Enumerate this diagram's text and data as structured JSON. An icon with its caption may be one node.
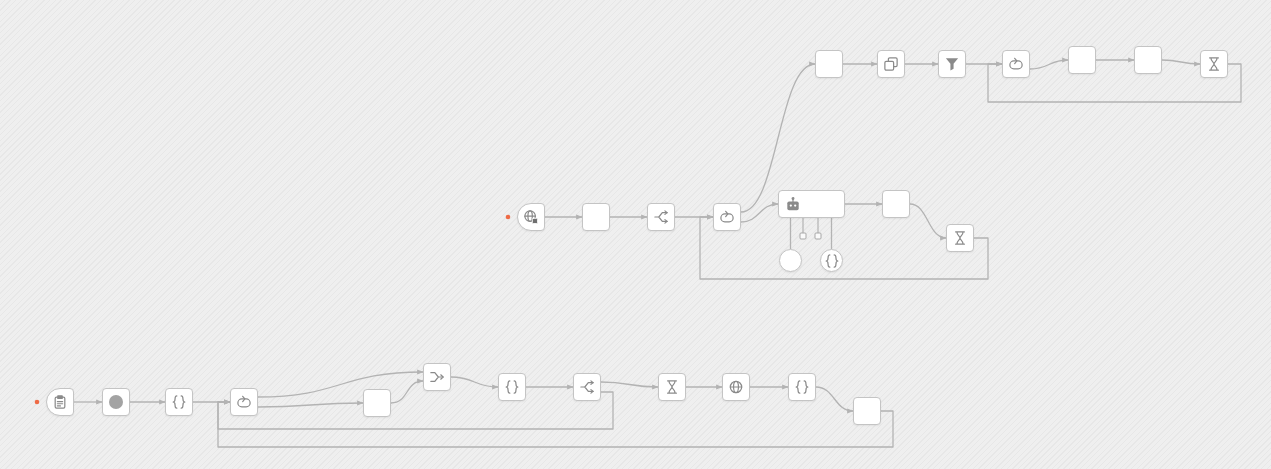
{
  "diagram": {
    "nodes": [
      {
        "text": [],
        "shape": "box"
      },
      {
        "text": [],
        "shape": "box"
      },
      {
        "text": [],
        "shape": "box"
      },
      {
        "text": [],
        "shape": "box"
      },
      {
        "text": [],
        "shape": "box"
      },
      {
        "text": [],
        "shape": "box"
      },
      {
        "text": [],
        "shape": "box"
      },
      {
        "text": [],
        "shape": "box"
      },
      {
        "text": [],
        "shape": "box"
      },
      {
        "text": [],
        "shape": "box"
      },
      {
        "text": [],
        "shape": "box"
      },
      {
        "text": [],
        "shape": "box"
      },
      {
        "text": [],
        "shape": "box"
      },
      {
        "text": [],
        "shape": "box"
      },
      {
        "text": [],
        "shape": "circle"
      },
      {
        "text": [],
        "shape": "circle"
      },
      {
        "text": [],
        "shape": "box"
      },
      {
        "text": [],
        "shape": "box"
      },
      {
        "text": [],
        "shape": "box"
      },
      {
        "text": [],
        "shape": "box"
      },
      {
        "text": [],
        "shape": "box"
      },
      {
        "text": [],
        "shape": "box"
      },
      {
        "text": [],
        "shape": "box"
      },
      {
        "text": [],
        "shape": "box"
      },
      {
        "text": [],
        "shape": "box"
      },
      {
        "text": [],
        "shape": "box"
      },
      {
        "text": [],
        "shape": "box"
      },
      {
        "text": [],
        "shape": "box"
      }
    ],
    "edges": [
      {
        "from": 0,
        "to": 1,
        "arrow": "to"
      },
      {
        "from": 1,
        "to": 2,
        "arrow": "to"
      },
      {
        "from": 2,
        "to": 3,
        "arrow": "to"
      },
      {
        "from": 3,
        "to": 4,
        "arrow": "to"
      },
      {
        "from": 4,
        "to": 5,
        "arrow": "to"
      },
      {
        "from": 5,
        "to": 6,
        "arrow": "to"
      },
      {
        "from": 6,
        "to": 3,
        "arrow": "to"
      },
      {
        "from": 7,
        "to": 8,
        "arrow": "to"
      },
      {
        "from": 8,
        "to": 9,
        "arrow": "to"
      },
      {
        "from": 9,
        "to": 10,
        "arrow": "to"
      },
      {
        "from": 10,
        "to": 0,
        "arrow": "to"
      },
      {
        "from": 10,
        "to": 11,
        "arrow": "to"
      },
      {
        "from": 11,
        "to": 12,
        "arrow": "to"
      },
      {
        "from": 12,
        "to": 13,
        "arrow": "to"
      },
      {
        "from": 13,
        "to": 10,
        "arrow": "to"
      },
      {
        "from": 14,
        "to": 11,
        "arrow": "none"
      },
      {
        "from": 15,
        "to": 11,
        "arrow": "none"
      },
      {
        "from": 16,
        "to": 17,
        "arrow": "to"
      },
      {
        "from": 17,
        "to": 18,
        "arrow": "to"
      },
      {
        "from": 18,
        "to": 19,
        "arrow": "to"
      },
      {
        "from": 19,
        "to": 21,
        "arrow": "to"
      },
      {
        "from": 19,
        "to": 20,
        "arrow": "to"
      },
      {
        "from": 20,
        "to": 21,
        "arrow": "to"
      },
      {
        "from": 21,
        "to": 22,
        "arrow": "to"
      },
      {
        "from": 22,
        "to": 23,
        "arrow": "to"
      },
      {
        "from": 23,
        "to": 24,
        "arrow": "to"
      },
      {
        "from": 23,
        "to": 19,
        "arrow": "to"
      },
      {
        "from": 24,
        "to": 25,
        "arrow": "to"
      },
      {
        "from": 25,
        "to": 26,
        "arrow": "to"
      },
      {
        "from": 26,
        "to": 27,
        "arrow": "to"
      },
      {
        "from": 27,
        "to": 19,
        "arrow": "to"
      }
    ]
  }
}
